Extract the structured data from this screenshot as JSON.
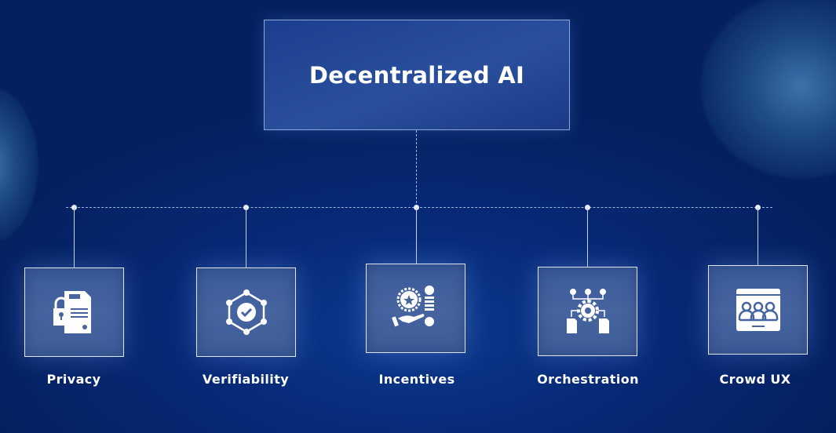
{
  "title": "Decentralized AI",
  "pillars": [
    {
      "label": "Privacy",
      "icon": "lock-document-icon"
    },
    {
      "label": "Verifiability",
      "icon": "verified-network-icon"
    },
    {
      "label": "Incentives",
      "icon": "reward-coins-icon"
    },
    {
      "label": "Orchestration",
      "icon": "gear-workflow-icon"
    },
    {
      "label": "Crowd UX",
      "icon": "crowd-screen-icon"
    }
  ]
}
